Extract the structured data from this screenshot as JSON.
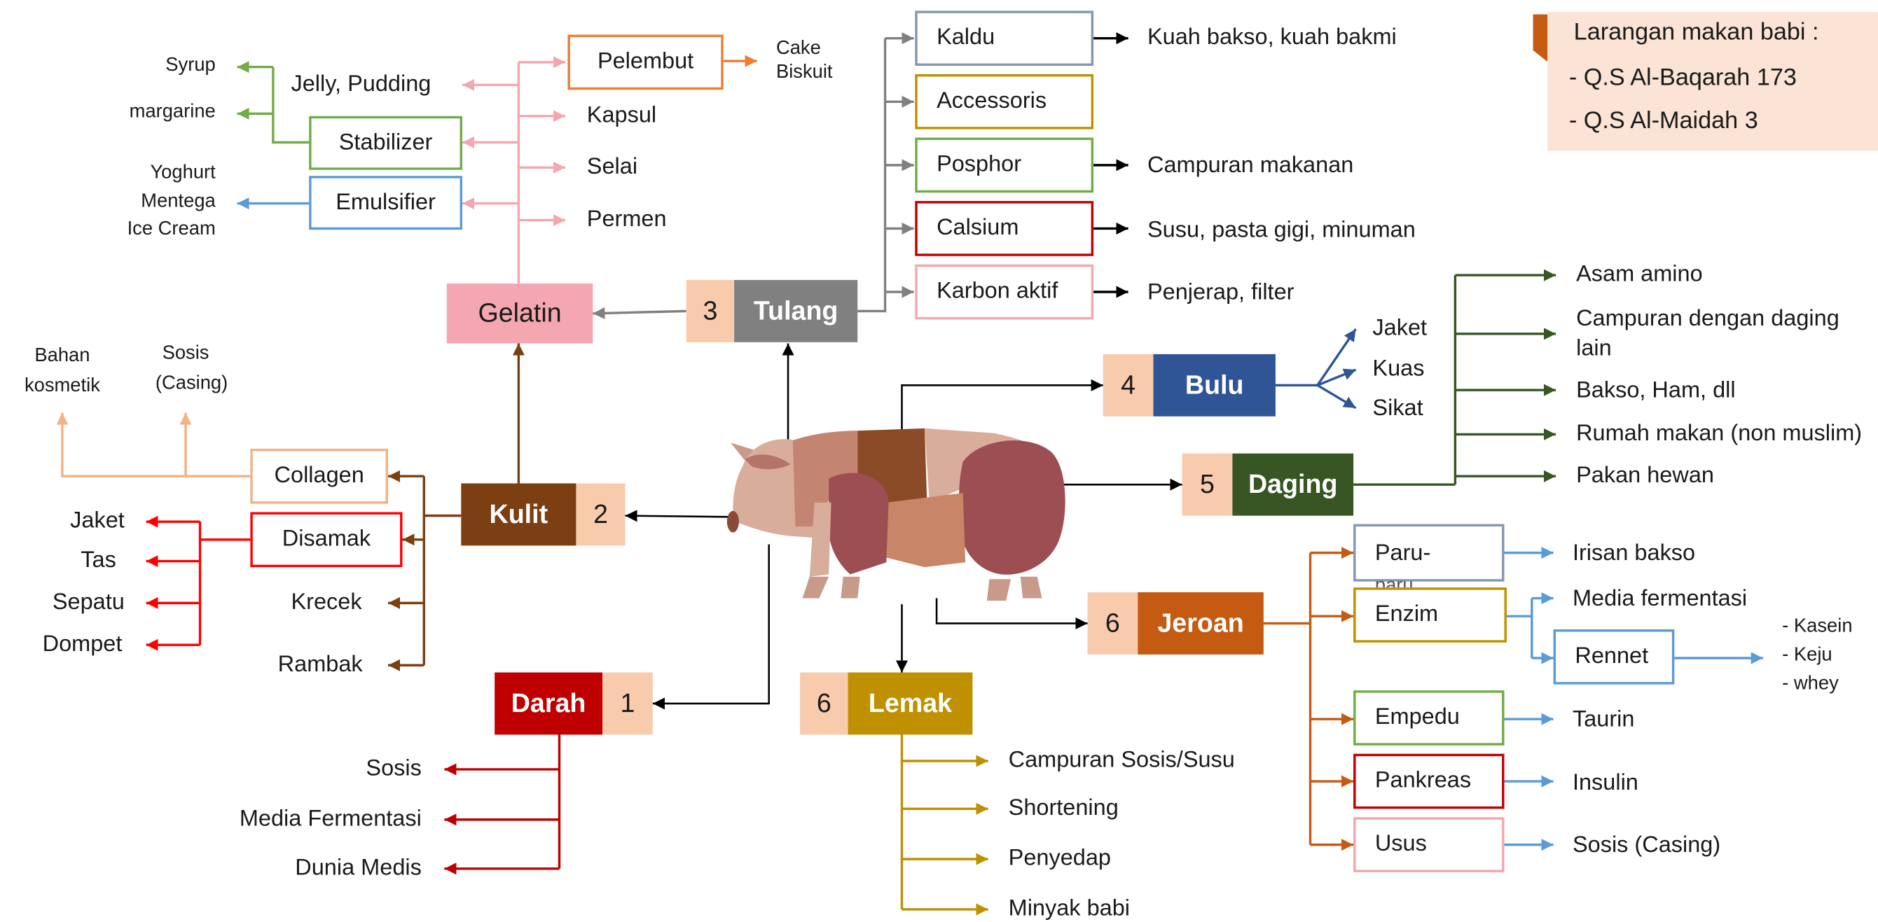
{
  "note": {
    "title": "Larangan makan babi :",
    "lines": [
      "- Q.S Al-Baqarah 173",
      "- Q.S Al-Maidah 3"
    ]
  },
  "colors": {
    "pink": "#f4a7b0",
    "gray": "#808080",
    "brown": "#7b3f12",
    "red": "#c00000",
    "gold": "#bf9000",
    "blue": "#2f5597",
    "dark_green": "#375623",
    "orange": "#c55a11",
    "peach": "#f8cbad",
    "green": "#70ad47",
    "light_blue": "#5b9bd5"
  },
  "categories": {
    "darah": {
      "num": "1",
      "label": "Darah"
    },
    "kulit": {
      "num": "2",
      "label": "Kulit"
    },
    "tulang": {
      "num": "3",
      "label": "Tulang"
    },
    "bulu": {
      "num": "4",
      "label": "Bulu"
    },
    "daging": {
      "num": "5",
      "label": "Daging"
    },
    "jeroan": {
      "num": "6",
      "label": "Jeroan"
    },
    "lemak": {
      "num": "6",
      "label": "Lemak"
    },
    "gelatin": {
      "label": "Gelatin"
    }
  },
  "gelatin_branch": {
    "pelembut": "Pelembut",
    "pelembut_products": [
      "Cake",
      "Biskuit"
    ],
    "stabilizer": "Stabilizer",
    "emulsifier": "Emulsifier",
    "jelly": "Jelly, Pudding",
    "kapsul": "Kapsul",
    "selai": "Selai",
    "permen": "Permen",
    "syrup": "Syrup",
    "margarine": "margarine",
    "emulsifier_products": [
      "Yoghurt",
      "Mentega",
      "Ice Cream"
    ]
  },
  "tulang_branch": {
    "boxes": [
      "Kaldu",
      "Accessoris",
      "Posphor",
      "Calsium",
      "Karbon aktif"
    ],
    "products": {
      "kaldu": "Kuah bakso, kuah bakmi",
      "posphor": "Campuran makanan",
      "calsium": "Susu, pasta gigi, minuman",
      "karbon": "Penjerap, filter"
    }
  },
  "bulu_branch": [
    "Jaket",
    "Kuas",
    "Sikat"
  ],
  "daging_branch": [
    "Asam amino",
    "Campuran dengan daging",
    "lain",
    "Bakso, Ham, dll",
    "Rumah makan (non muslim)",
    "Pakan hewan"
  ],
  "kulit_branch": {
    "collagen": "Collagen",
    "collagen_products": {
      "bahan": [
        "Bahan",
        "kosmetik"
      ],
      "sosis": [
        "Sosis",
        "(Casing)"
      ]
    },
    "disamak": "Disamak",
    "disamak_products": [
      "Jaket",
      "Tas",
      "Sepatu",
      "Dompet"
    ],
    "krecek": "Krecek",
    "rambak": "Rambak"
  },
  "darah_branch": [
    "Sosis",
    "Media Fermentasi",
    "Dunia Medis"
  ],
  "lemak_branch": [
    "Campuran Sosis/Susu",
    "Shortening",
    "Penyedap",
    "Minyak babi"
  ],
  "jeroan_branch": {
    "paru": [
      "Paru-",
      "paru"
    ],
    "enzim": "Enzim",
    "rennet": "Rennet",
    "empedu": "Empedu",
    "pankreas": "Pankreas",
    "usus": "Usus",
    "products": {
      "paru": "Irisan bakso",
      "enzim": "Media fermentasi",
      "empedu": "Taurin",
      "pankreas": "Insulin",
      "usus": "Sosis (Casing)"
    },
    "rennet_products": [
      "-  Kasein",
      "-  Keju",
      "-  whey"
    ]
  }
}
